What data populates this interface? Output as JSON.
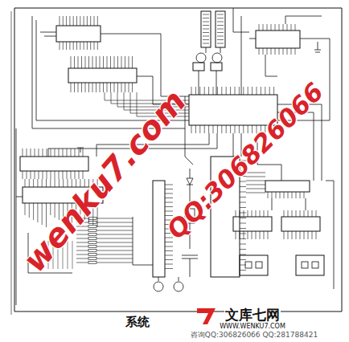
{
  "diagram": {
    "caption": "系统",
    "labels": [
      "wenku7.com",
      "QQ:306826066",
      "文库七网",
      "WWW.WENKU7.COM",
      "咨询QQ:306826066 QQ:281788421"
    ]
  }
}
